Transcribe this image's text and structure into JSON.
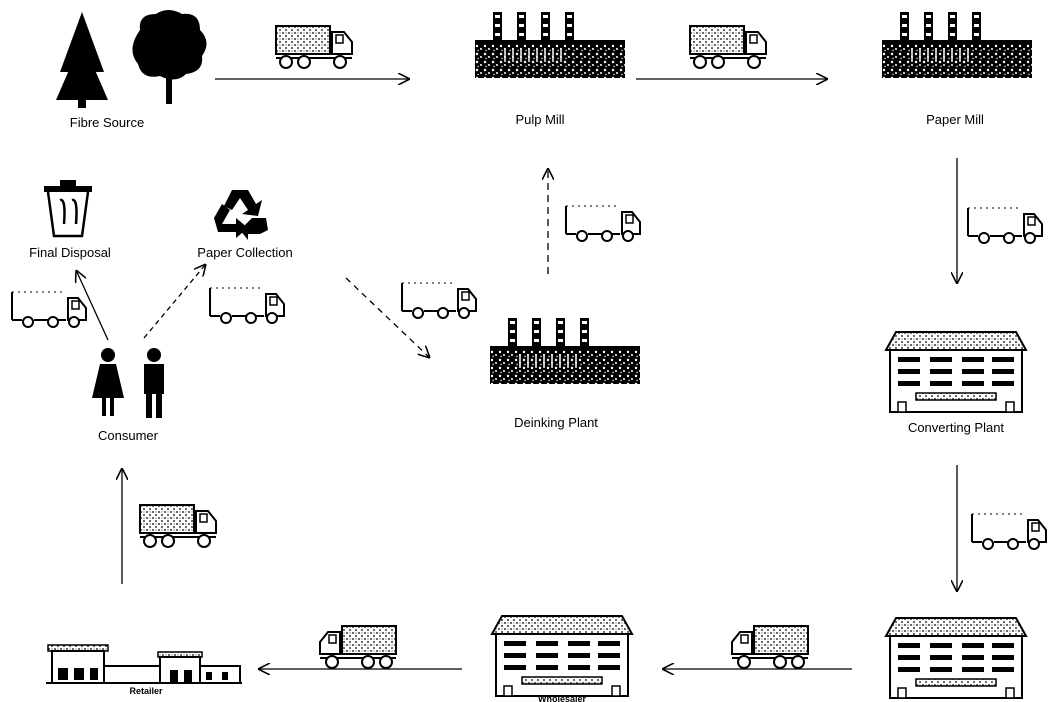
{
  "nodes": {
    "fibre_source": "Fibre Source",
    "pulp_mill": "Pulp Mill",
    "paper_mill": "Paper Mill",
    "final_disposal": "Final Disposal",
    "paper_collection": "Paper Collection",
    "consumer": "Consumer",
    "deinking_plant": "Deinking Plant",
    "converting_plant": "Converting Plant",
    "retailer": "Retailer",
    "wholesaler": "Wholesaler"
  },
  "icons": {
    "fibre_source": [
      "pine-tree-icon",
      "deciduous-tree-icon"
    ],
    "mill": "factory-icon",
    "disposal": "trash-can-icon",
    "collection": "recycle-icon",
    "consumer": "people-icon",
    "converting": "office-building-icon",
    "retail": "storefront-icon",
    "transport": "truck-icon"
  },
  "colors": {
    "ink": "#000000",
    "background": "#ffffff"
  }
}
